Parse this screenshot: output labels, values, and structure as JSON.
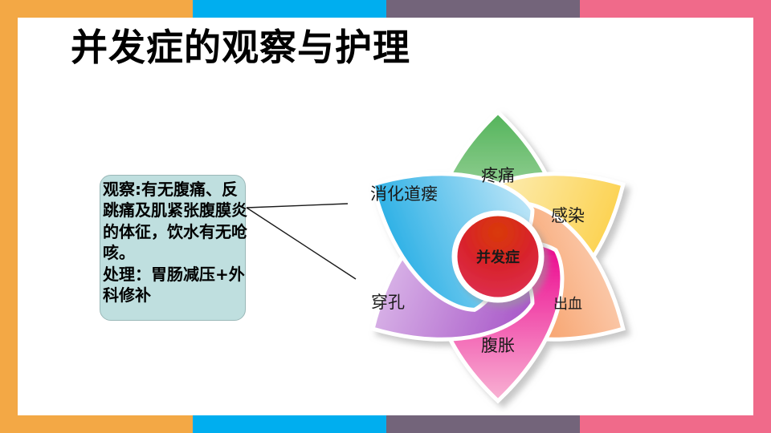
{
  "slide": {
    "title": "并发症的观察与护理",
    "background_color": "#ffffff"
  },
  "border": {
    "segments": [
      {
        "name": "orange",
        "color": "#f3a845"
      },
      {
        "name": "blue",
        "color": "#00aeef"
      },
      {
        "name": "purple",
        "color": "#73647a"
      },
      {
        "name": "pink",
        "color": "#f06a8a"
      }
    ],
    "left_color": "#f3a845",
    "right_color": "#f06a8a"
  },
  "callout": {
    "text": "观察:有无腹痛、反跳痛及肌紧张腹膜炎的体征，饮水有无呛咳。\n处理：胃肠减压+外科修补",
    "fill_color": "#bfdfdf",
    "border_color": "#9ab8b8"
  },
  "diagram": {
    "type": "petal-flower",
    "center": {
      "label": "并发症",
      "color_start": "#e8372a",
      "color_end": "#e0314f"
    },
    "petals": [
      {
        "label": "疼痛",
        "position": "top",
        "color_start": "#5cb85c",
        "color_end": "#cfe8c8"
      },
      {
        "label": "感染",
        "position": "upper-right",
        "color_start": "#fbd24e",
        "color_end": "#fdf0c2"
      },
      {
        "label": "出血",
        "position": "lower-right",
        "color_start": "#f5883c",
        "color_end": "#fbd9c4"
      },
      {
        "label": "腹胀",
        "position": "bottom",
        "color_start": "#ec008c",
        "color_end": "#f7a7cd"
      },
      {
        "label": "穿孔",
        "position": "lower-left",
        "color_start": "#a855c8",
        "color_end": "#e3c6ee"
      },
      {
        "label": "消化道瘘",
        "position": "upper-left",
        "color_start": "#00a0e0",
        "color_end": "#bfe6f7"
      }
    ],
    "connector_count": 2
  }
}
